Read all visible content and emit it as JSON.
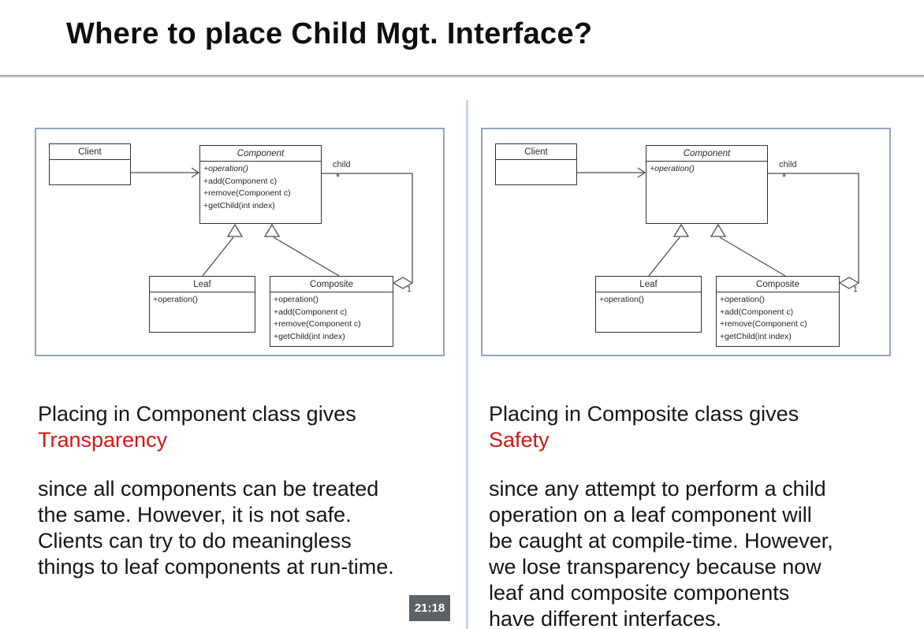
{
  "slide": {
    "title": "Where to place Child Mgt. Interface?",
    "video_timestamp": "21:18"
  },
  "uml": {
    "client": "Client",
    "component": "Component",
    "leaf": "Leaf",
    "composite": "Composite",
    "leaf_methods": [
      "+operation()"
    ],
    "composite_methods": [
      "+operation()",
      "+add(Component c)",
      "+remove(Component c)",
      "+getChild(int index)"
    ],
    "child_label": "child",
    "child_multiplicity": "*",
    "aggregate_multiplicity": "1"
  },
  "left": {
    "component_methods": [
      "+operation()",
      "+add(Component c)",
      "+remove(Component c)",
      "+getChild(int index)"
    ],
    "heading": "Placing in Component class gives",
    "keyword": "Transparency",
    "body_lines": [
      "since all components can be treated",
      "the same. However, it is not safe.",
      "Clients can try to do meaningless",
      "things to leaf components at run-time."
    ]
  },
  "right": {
    "component_methods": [
      "+operation()"
    ],
    "heading": "Placing in Composite class gives",
    "keyword": "Safety",
    "body_lines": [
      "since any attempt to perform a child",
      "operation on a leaf component will",
      "be caught at compile-time. However,",
      "we lose transparency because now",
      "leaf and composite components",
      "have different interfaces."
    ]
  },
  "colors": {
    "keyword_red": "#d41616",
    "panel_border": "#93a4bd",
    "column_divider": "#c9d7eb",
    "timestamp_bg": "#5b6167"
  }
}
